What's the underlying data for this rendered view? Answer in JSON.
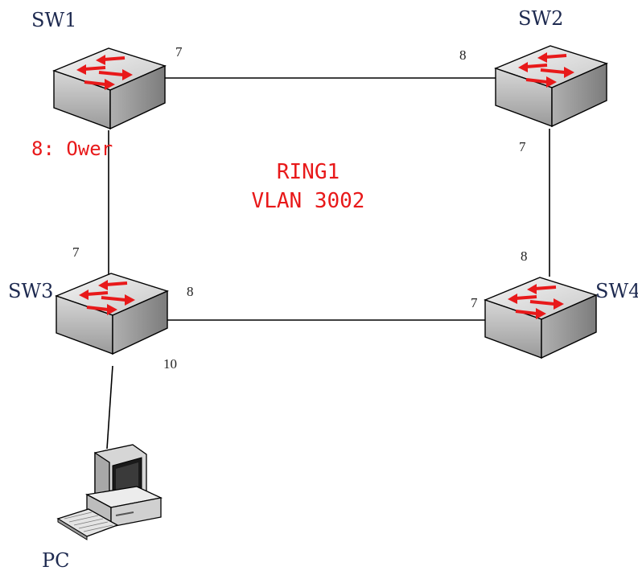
{
  "diagram": {
    "switches": [
      {
        "id": "sw1",
        "label": "SW1"
      },
      {
        "id": "sw2",
        "label": "SW2"
      },
      {
        "id": "sw3",
        "label": "SW3"
      },
      {
        "id": "sw4",
        "label": "SW4"
      }
    ],
    "pc": {
      "label": "PC"
    },
    "ports": {
      "sw1_right": "7",
      "sw1_down": "8: Ower",
      "sw2_left": "8",
      "sw2_down": "7",
      "sw3_up": "7",
      "sw3_right": "8",
      "sw3_down": "10",
      "sw4_up": "8",
      "sw4_left": "7"
    },
    "ring": {
      "name": "RING1",
      "vlan": "VLAN 3002"
    },
    "colors": {
      "accent": "#e8191a",
      "label": "#1e2a50"
    }
  }
}
